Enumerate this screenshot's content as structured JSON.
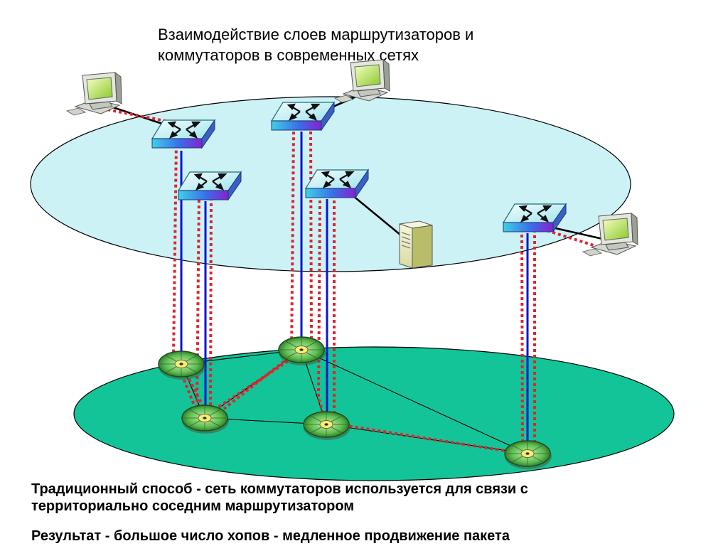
{
  "title": {
    "line1": "Взаимодействие слоев маршрутизаторов и",
    "line2": "коммутаторов в современных сетях"
  },
  "caption": {
    "line1": "Традиционный способ - сеть коммутаторов используется для связи с",
    "line2": "территориально соседним маршрутизатором",
    "line3": "Результат - большое число хопов - медленное продвижение пакета"
  },
  "colors": {
    "router_plane": "#ccf2f6",
    "switch_plane": "#13c498",
    "vertical_link": "#0c14d2",
    "packet_path": "#e1232d",
    "plane_outline": "#000000"
  },
  "icons": {
    "router": "router-icon",
    "switch": "atm-switch-icon",
    "workstation": "workstation-icon",
    "server": "server-icon"
  }
}
